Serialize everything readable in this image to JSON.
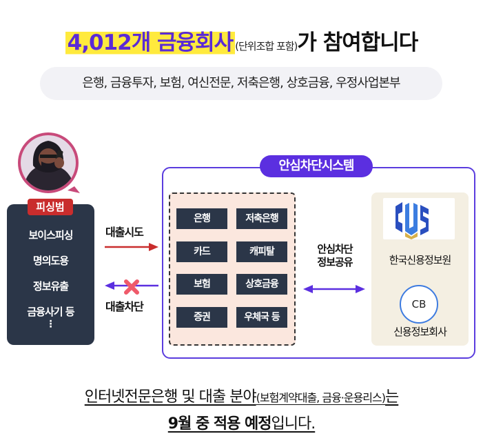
{
  "headline": {
    "highlight": "4,012개 금융회사",
    "note": "(단위조합 포함)",
    "rest": "가 참여합니다"
  },
  "categories": "은행, 금융투자, 보험, 여신전문, 저축은행, 상호금융, 우정사업본부",
  "criminal": {
    "tag": "피싱범",
    "items": [
      "보이스피싱",
      "명의도용",
      "정보유출",
      "금융사기 등"
    ],
    "more": "⋮"
  },
  "arrows": {
    "attempt": "대출시도",
    "block": "대출차단",
    "share_line1": "안심차단",
    "share_line2": "정보공유"
  },
  "system": {
    "title": "안심차단시스템",
    "institutions": [
      "은행",
      "저축은행",
      "카드",
      "캐피탈",
      "보험",
      "상호금융",
      "증권",
      "우체국 등"
    ]
  },
  "credit": {
    "kcis": "한국신용정보원",
    "cb_badge": "CB",
    "cb_label": "신용정보회사"
  },
  "bottom": {
    "line1_main": "인터넷전문은행 및 대출 분야",
    "line1_note": "(보험계약대출, 금융·운용리스)",
    "line1_end": "는",
    "line2_strong": "9월 중 적용 예정",
    "line2_rest": "입니다."
  },
  "colors": {
    "accent": "#5b2fe0",
    "highlight": "#ffea3d",
    "navy": "#2b3648",
    "red": "#c92d2d",
    "peach": "#fbe7de",
    "beige": "#f4efe2"
  },
  "icons": {
    "avatar": "hooded-criminal-icon",
    "cross": "x-mark-icon",
    "logo": "kcis-logo"
  }
}
